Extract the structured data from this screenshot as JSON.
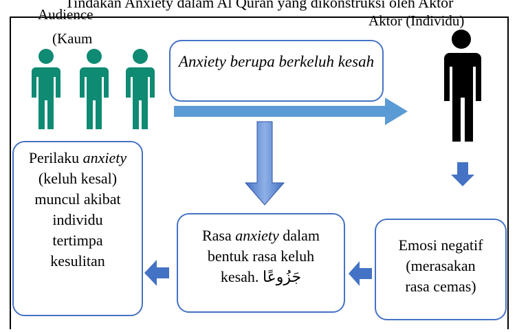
{
  "header_partial_text": "Tindakan Anxiety dalam Al Quran yang dikonstruksi oleh Aktor",
  "labels": {
    "audience_line1": "Audience",
    "audience_line2": "(Kaum",
    "actor": "Aktor (Individu)"
  },
  "boxes": {
    "complaint": "Anxiety berupa berkeluh kesah",
    "behavior": {
      "line1_plain": "Perilaku ",
      "line1_em": "anxiety",
      "line2": "(keluh kesal)",
      "line3": "muncul akibat",
      "line4": "individu",
      "line5": "tertimpa",
      "line6": "kesulitan"
    },
    "feeling": {
      "line1_plain_a": "Rasa ",
      "line1_em": "anxiety",
      "line1_plain_b": " dalam",
      "line2": "bentuk rasa keluh",
      "line3_latin": "kesah. ",
      "line3_arabic": "جَزُوعًا"
    },
    "emotion": {
      "line1": "Emosi negatif",
      "line2": "(merasakan",
      "line3": "rasa cemas)"
    }
  },
  "icons": {
    "audience": "person-icon",
    "actor": "person-icon"
  },
  "colors": {
    "audience_figure": "#0f8a73",
    "actor_figure": "#000000",
    "box_border": "#4472c4",
    "arrow": "#4472c4",
    "arrow_light": "#5b9bd5"
  }
}
